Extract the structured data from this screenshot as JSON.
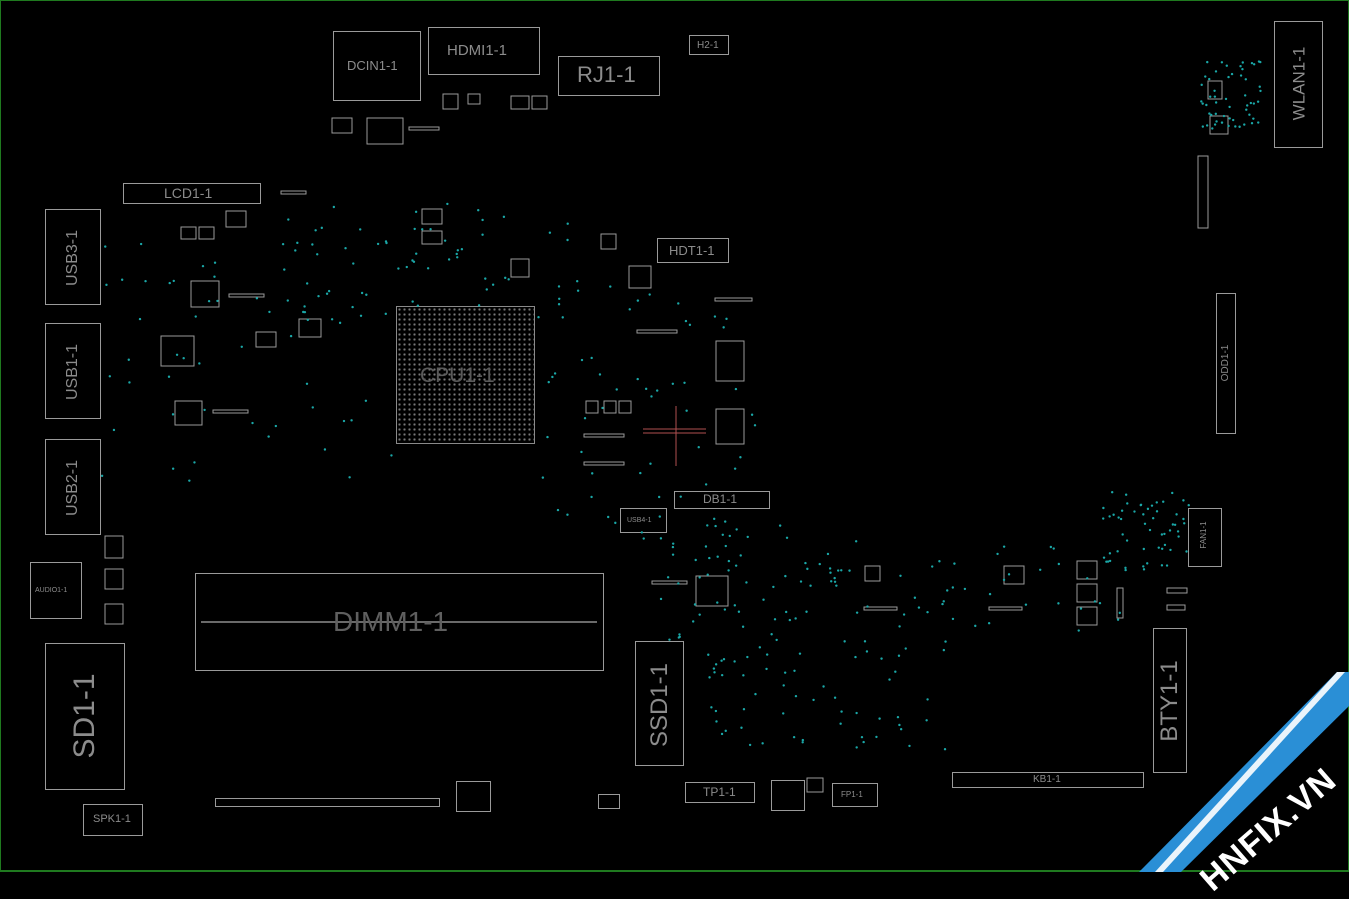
{
  "title": "",
  "components": {
    "dcin": "DCIN1-1",
    "hdmi": "HDMI1-1",
    "rj45": "RJ1-1",
    "h2": "H2-1",
    "wlan": "WLAN1-1",
    "lcd": "LCD1-1",
    "usb3": "USB3-1",
    "usb1": "USB1-1",
    "usb2": "USB2-1",
    "audio": "AUDIO1-1",
    "sd": "SD1-1",
    "spk": "SPK1-1",
    "cpu": "CPU1-1",
    "hdt": "HDT1-1",
    "db": "DB1-1",
    "usb4": "USB4-1",
    "odd": "ODD1-1",
    "fan": "FAN1-1",
    "dimm": "DIMM1-1",
    "ssd": "SSD1-1",
    "bty": "BTY1-1",
    "kb": "KB1-1",
    "tp": "TP1-1",
    "fp": "FP1-1"
  },
  "watermark": {
    "text": "HNFIX.VN",
    "color": "#ffffff",
    "band_color": "#2a8fd6"
  },
  "colors": {
    "background": "#000000",
    "outline": "#9a9a9a",
    "label": "#8c8c8c",
    "via": "#1aa7a7",
    "frame": "#1f7a1f",
    "marker": "#b05050"
  }
}
